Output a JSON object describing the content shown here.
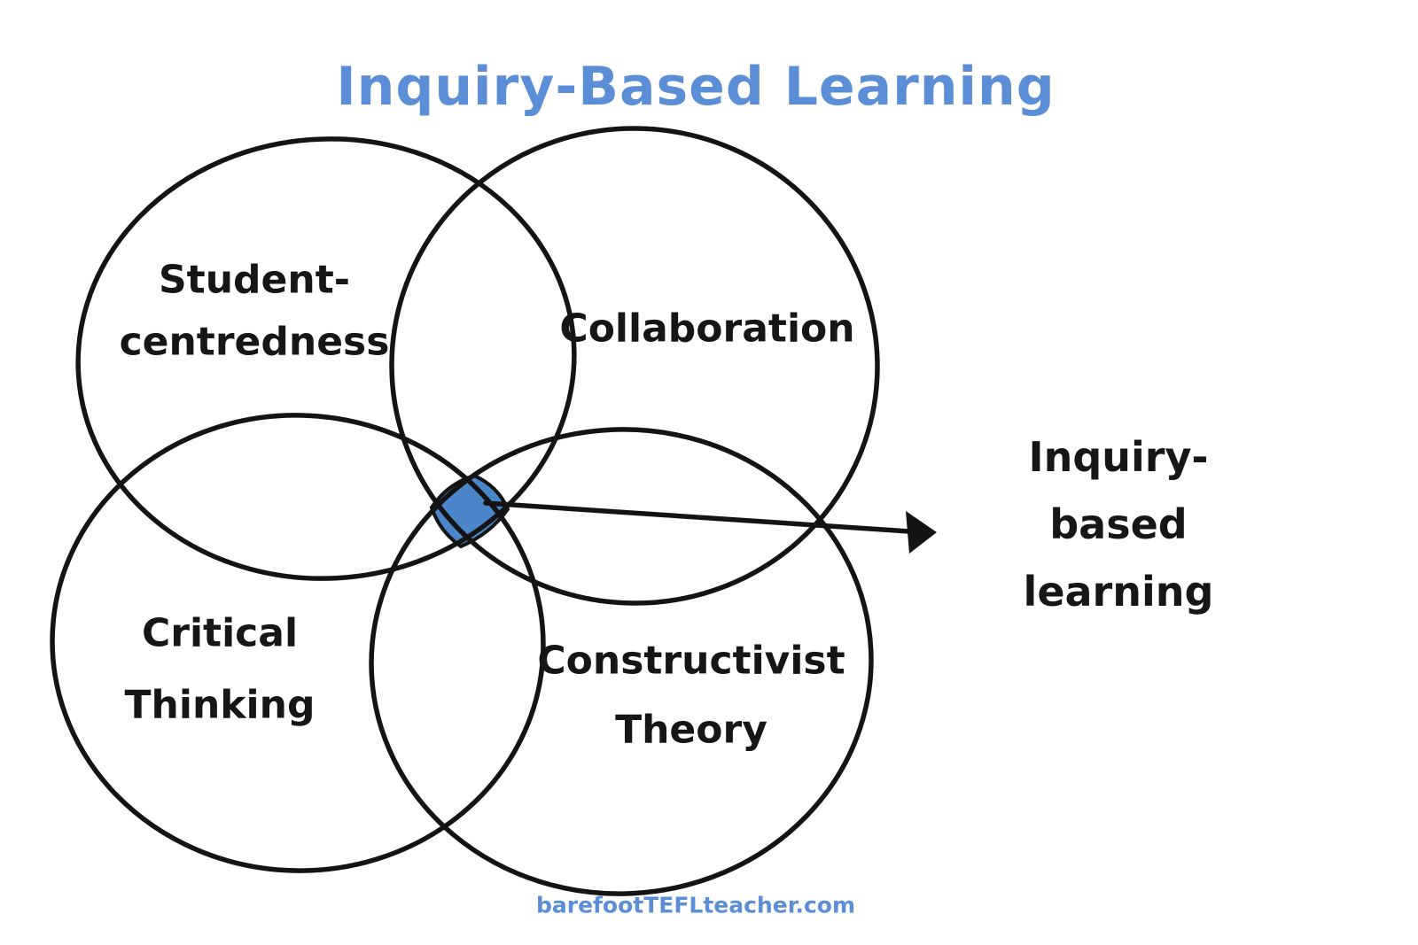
{
  "title": "Inquiry-Based Learning",
  "colors": {
    "accent_blue": "#5b8ed6",
    "intersection_blue": "#4a86c9",
    "stroke_black": "#141414"
  },
  "diagram": {
    "type": "venn",
    "circles": [
      {
        "id": "student-centredness",
        "label": "Student-\ncentredness"
      },
      {
        "id": "collaboration",
        "label": "Collaboration"
      },
      {
        "id": "critical-thinking",
        "label": "Critical\nThinking"
      },
      {
        "id": "constructivist-theory",
        "label": "Constructivist\nTheory"
      }
    ],
    "intersection": {
      "label": "Inquiry-based\nlearning",
      "fill_color": "#4a86c9",
      "annotation": "arrow from center intersection to label"
    }
  },
  "footer": {
    "website": "barefootTEFLteacher.com"
  }
}
